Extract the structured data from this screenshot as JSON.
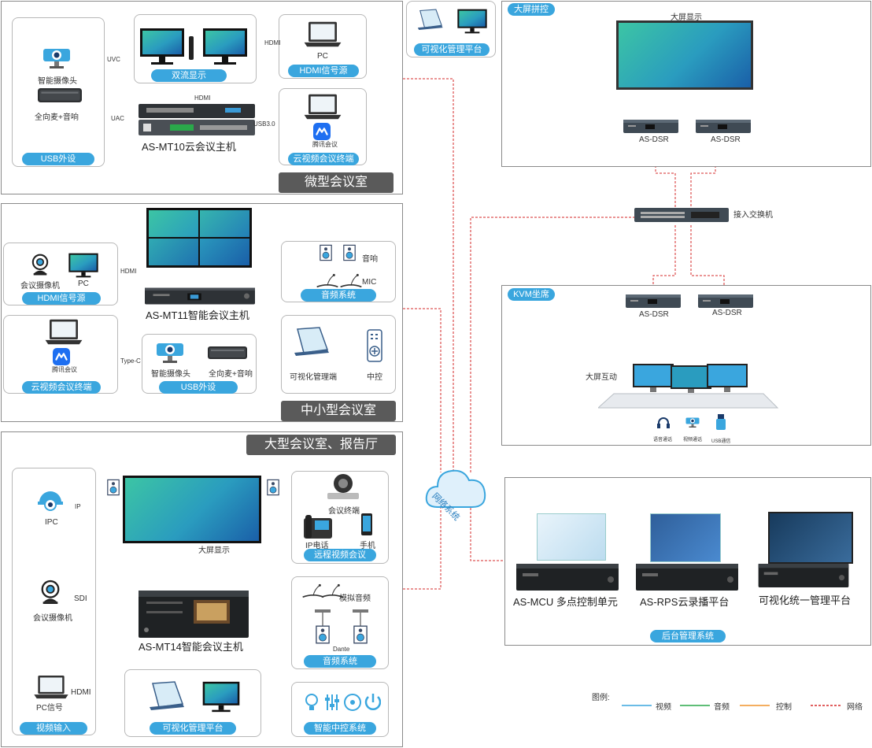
{
  "micro": {
    "title": "微型会议室",
    "camera": "智能摄像头",
    "mic": "全向麦+音响",
    "usb_label": "USB外设",
    "dual": "双流显示",
    "pc": "PC",
    "hdmi_src": "HDMI信号源",
    "cloud_term": "云视频会议终端",
    "tencent": "腾讯会议",
    "host": "AS-MT10云会议主机",
    "uvc": "UVC",
    "uac": "UAC",
    "hdmi": "HDMI",
    "hdmi2": "HDMI",
    "usb30": "USB3.0"
  },
  "vis_top": "可视化管理平台",
  "medium": {
    "title": "中小型会议室",
    "conf_cam": "会议摄像机",
    "pc": "PC",
    "hdmi_src": "HDMI信号源",
    "cloud_term": "云视频会议终端",
    "tencent": "腾讯会议",
    "host": "AS-MT11智能会议主机",
    "hdmi": "HDMI",
    "typec": "Type-C",
    "camera": "智能摄像头",
    "mic": "全向麦+音响",
    "usb_label": "USB外设",
    "speaker": "音响",
    "mic_label": "MIC",
    "audio": "音频系统",
    "vis_term": "可视化管理端",
    "central": "中控"
  },
  "large": {
    "title": "大型会议室、报告厅",
    "ipc": "IPC",
    "ip": "IP",
    "conf_cam": "会议摄像机",
    "sdi": "SDI",
    "pc_sig": "PC信号",
    "hdmi": "HDMI",
    "video_in": "视频输入",
    "big_screen": "大屏显示",
    "host": "AS-MT14智能会议主机",
    "conf_term": "会议终端",
    "ip_phone": "IP电话",
    "mobile": "手机",
    "remote": "远程视频会议",
    "analog": "模拟音频",
    "dante": "Dante",
    "audio": "音频系统",
    "vis": "可视化管理平台",
    "smart_ctrl": "智能中控系统"
  },
  "wall": {
    "title": "大屏拼控",
    "screen": "大屏显示",
    "dsr1": "AS-DSR",
    "dsr2": "AS-DSR"
  },
  "switch": "接入交换机",
  "kvm": {
    "title": "KVM坐席",
    "dsr1": "AS-DSR",
    "dsr2": "AS-DSR",
    "interact": "大屏互动",
    "voice": "语音通话",
    "video": "视频通话",
    "usb": "USB通信"
  },
  "network": "网络系统",
  "backend": {
    "mcu": "AS-MCU 多点控制单元",
    "rps": "AS-RPS云录播平台",
    "vis": "可视化统一管理平台",
    "title": "后台管理系统"
  },
  "legend": {
    "title": "图例:",
    "video": "视频",
    "audio": "音频",
    "control": "控制",
    "network": "网络",
    "video_color": "#3aa6de",
    "audio_color": "#2aa84a",
    "control_color": "#f0932b",
    "network_color": "#d62828"
  }
}
